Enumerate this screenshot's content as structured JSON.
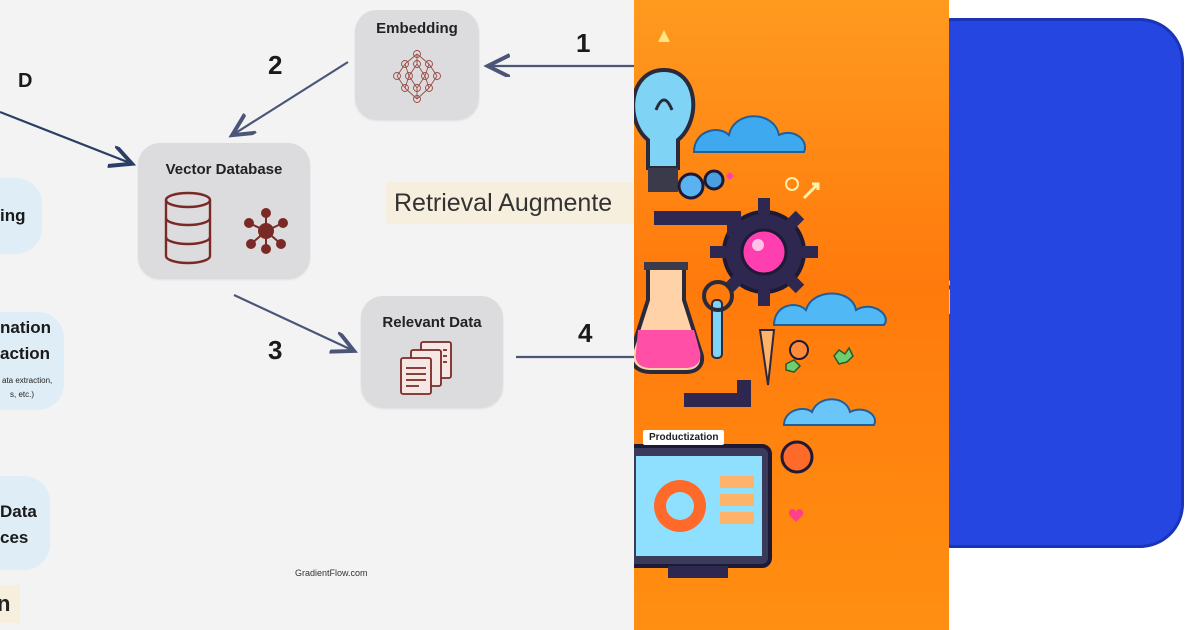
{
  "diagram": {
    "nodes": {
      "embedding": "Embedding",
      "vector_db": "Vector Database",
      "relevant_data": "Relevant Data"
    },
    "step_numbers": [
      "1",
      "2",
      "3",
      "4"
    ],
    "edge_label_d": "D",
    "banner": "Retrieval Augmente",
    "side_labels": {
      "s1": "ing",
      "s2_line1": "nation",
      "s2_line2": "action",
      "s2_small1": "ata extraction,",
      "s2_small2": "s, etc.)",
      "s3_line1": "Data",
      "s3_line2": "ces"
    },
    "bottom_tag": "n",
    "credit": "GradientFlow.com"
  },
  "illustration": {
    "label": "Productization"
  },
  "card": {
    "text": "gi"
  },
  "colors": {
    "arrow_dark": "#2c3e66",
    "arrow_light": "#4a5578",
    "icon": "#7a2a26",
    "card_blue": "#2546e0",
    "orange": "#ff8a14"
  }
}
